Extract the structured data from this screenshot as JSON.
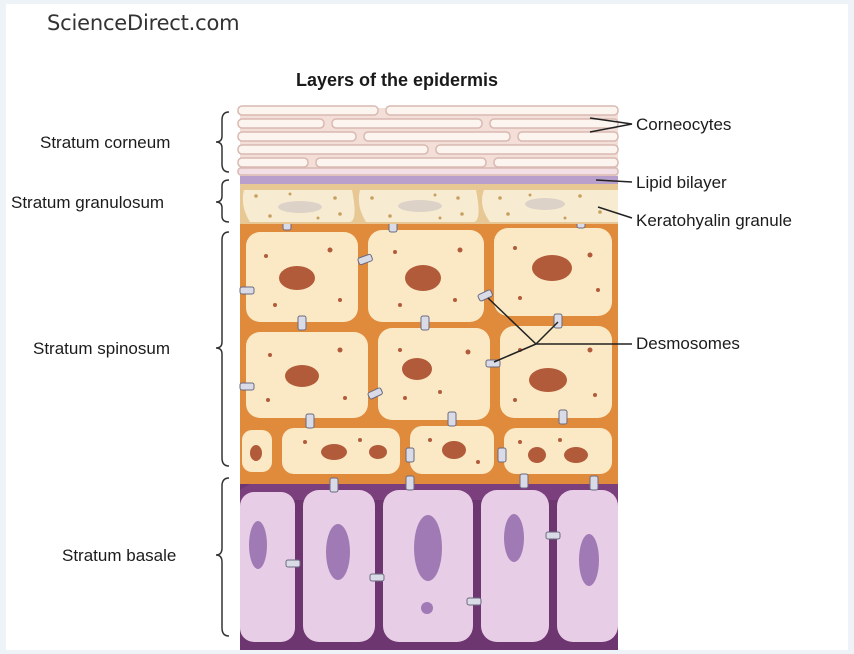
{
  "header": {
    "site_name": "ScienceDirect.com"
  },
  "diagram": {
    "title": "Layers of the epidermis",
    "layers": [
      {
        "name": "Stratum corneum"
      },
      {
        "name": "Stratum granulosum"
      },
      {
        "name": "Stratum spinosum"
      },
      {
        "name": "Stratum basale"
      }
    ],
    "callouts": [
      {
        "text": "Corneocytes"
      },
      {
        "text": "Lipid bilayer"
      },
      {
        "text": "Keratohyalin granule"
      },
      {
        "text": "Desmosomes"
      }
    ]
  },
  "colors": {
    "corneum_fill": "#fbf4ef",
    "corneum_stroke": "#d9b9b2",
    "lipid": "#b9a0cc",
    "granulosum_fill": "#f7ecd2",
    "spinosum_fill": "#fae9c4",
    "intercellular": "#e08a3c",
    "nucleus": "#b25b3a",
    "basale_fill": "#e8cde6",
    "basale_edge": "#7c3f7c",
    "basale_nucleus": "#a07ab4",
    "desmosome": "#c6c8d6"
  }
}
